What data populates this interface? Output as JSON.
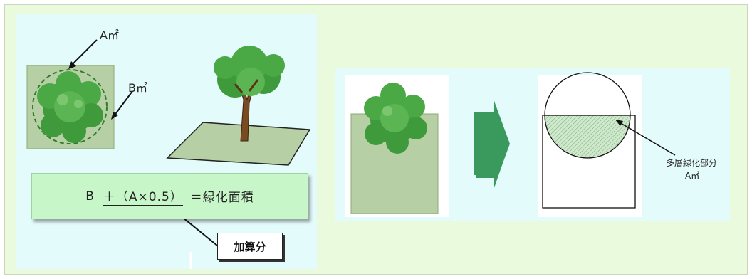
{
  "labels": {
    "area_a": "A㎡",
    "area_b": "B㎡",
    "formula_part1": "B",
    "formula_part2": "＋（A×0.5）",
    "formula_part3": "＝緑化面積",
    "addition": "加算分",
    "multilayer_line1": "多層緑化部分",
    "multilayer_line2": "A㎡"
  },
  "colors": {
    "frame_bg": "#e9fbdc",
    "panel_bg": "#e4fbfb",
    "formula_bg": "#c7f7c8",
    "canopy_green": "#3f9a3c",
    "ground_green": "#b7cfa4",
    "arrow_green": "#3a9a5e"
  },
  "icons": [
    "tree-canopy-top-icon",
    "tree-side-icon",
    "arrow-right-icon"
  ]
}
